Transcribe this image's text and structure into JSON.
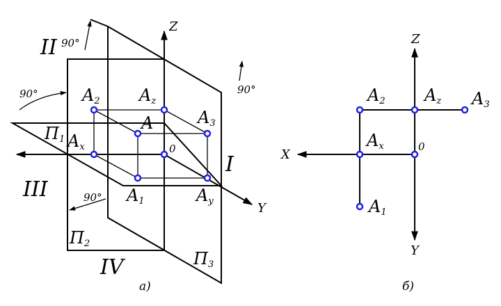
{
  "view_a": {
    "caption": "а)",
    "planes": {
      "II": "II",
      "I": "I",
      "III": "III",
      "IV": "IV"
    },
    "plane_labels": [
      {
        "main": "П",
        "sub": "1"
      },
      {
        "main": "П",
        "sub": "2"
      },
      {
        "main": "П",
        "sub": "3"
      }
    ],
    "axes": {
      "z": "Z",
      "y": "Y",
      "origin": "0"
    },
    "angles": [
      "90°",
      "90°",
      "90°",
      "90°"
    ],
    "points": [
      {
        "main": "A",
        "sub": "2"
      },
      {
        "main": "A",
        "sub": "z"
      },
      {
        "main": "A",
        "sub": "3"
      },
      {
        "main": "A",
        "sub": ""
      },
      {
        "main": "A",
        "sub": "x"
      },
      {
        "main": "A",
        "sub": "1"
      },
      {
        "main": "A",
        "sub": "y"
      }
    ]
  },
  "view_b": {
    "caption": "б)",
    "axes": {
      "z": "Z",
      "x": "X",
      "y": "Y",
      "origin": "0"
    },
    "points": [
      {
        "main": "A",
        "sub": "2"
      },
      {
        "main": "A",
        "sub": "z"
      },
      {
        "main": "A",
        "sub": "3"
      },
      {
        "main": "A",
        "sub": "x"
      },
      {
        "main": "A",
        "sub": "1"
      }
    ]
  },
  "colors": {
    "line": "#000000",
    "point": "#1f1fe0"
  }
}
